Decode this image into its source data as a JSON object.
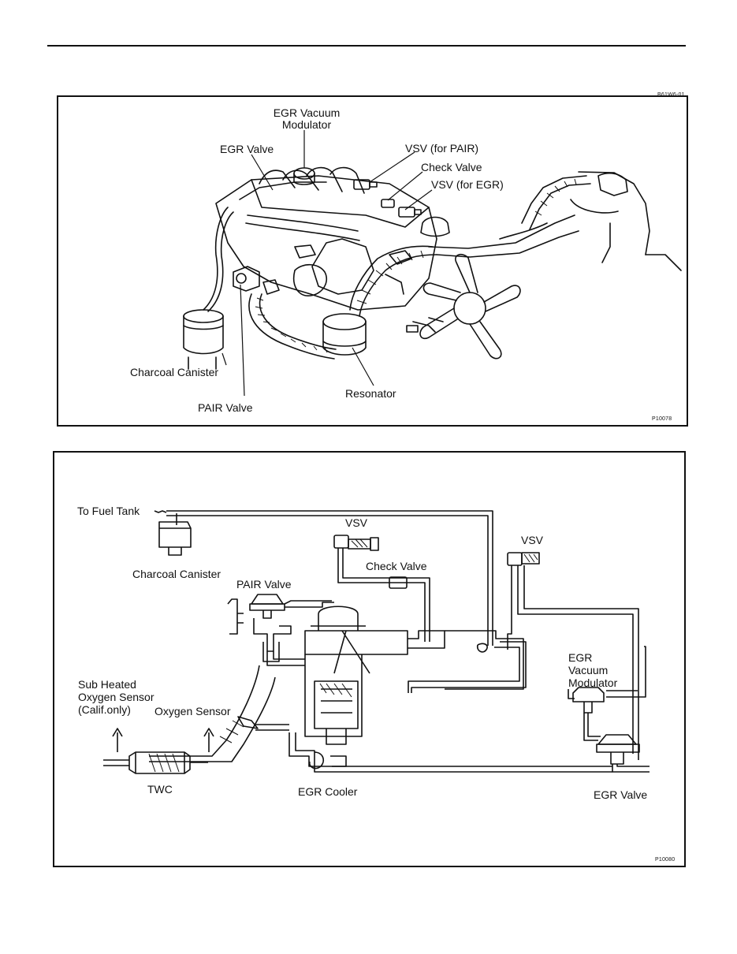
{
  "top_figure": {
    "ref_code": "B61W6-01",
    "figure_number": "P10078",
    "labels": {
      "egr_vacuum_modulator": "EGR Vacuum\nModulator",
      "egr_valve": "EGR Valve",
      "vsv_pair": "VSV (for PAIR)",
      "check_valve": "Check Valve",
      "vsv_egr": "VSV (for EGR)",
      "charcoal_canister": "Charcoal Canister",
      "pair_valve": "PAIR Valve",
      "resonator": "Resonator"
    }
  },
  "bottom_figure": {
    "figure_number": "P10080",
    "labels": {
      "to_fuel_tank": "To Fuel Tank",
      "charcoal_canister": "Charcoal Canister",
      "vsv_left": "VSV",
      "vsv_right": "VSV",
      "check_valve": "Check Valve",
      "pair_valve": "PAIR Valve",
      "sub_heated_oxygen_sensor": "Sub Heated\nOxygen Sensor\n(Calif.only)",
      "oxygen_sensor": "Oxygen Sensor",
      "egr_vacuum_modulator": "EGR\nVacuum\nModulator",
      "twc": "TWC",
      "egr_cooler": "EGR Cooler",
      "egr_valve": "EGR Valve"
    }
  }
}
